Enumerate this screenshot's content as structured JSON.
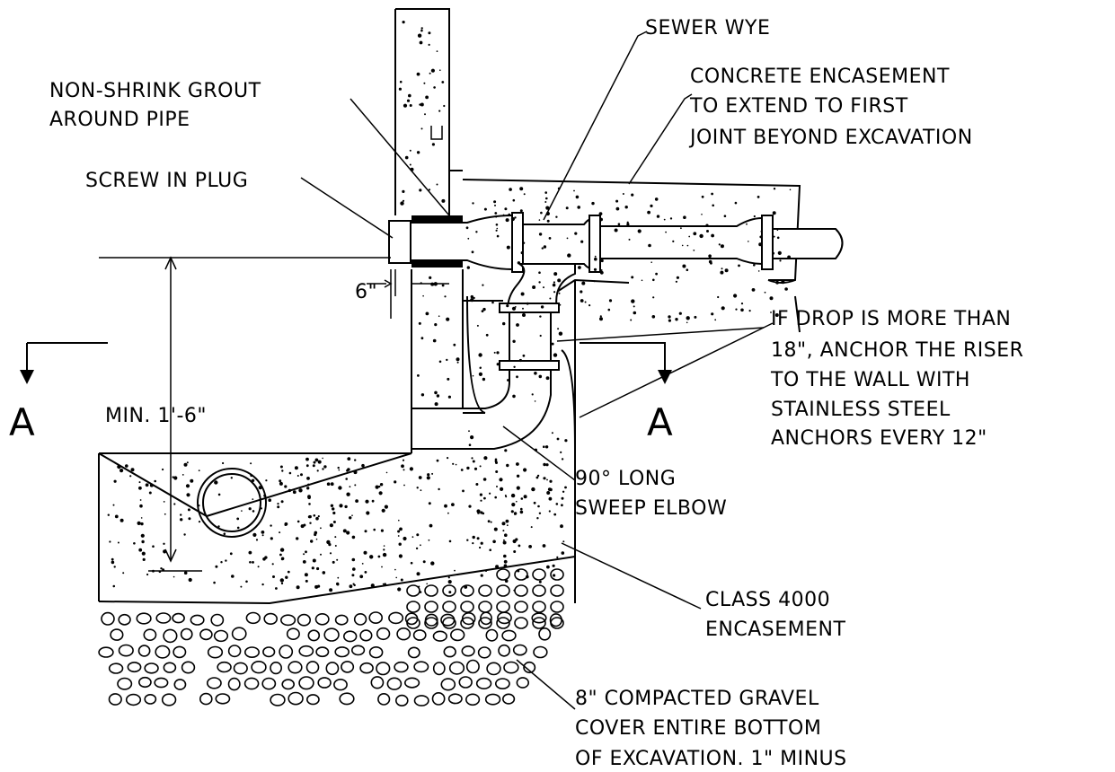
{
  "labels": {
    "sewer_wye": "SEWER WYE",
    "concrete_encasement": [
      "CONCRETE ENCASEMENT",
      "TO EXTEND TO FIRST",
      "JOINT BEYOND EXCAVATION"
    ],
    "non_shrink_grout": [
      "NON-SHRINK GROUT",
      "AROUND PIPE"
    ],
    "screw_in_plug": "SCREW IN PLUG",
    "six_inch": "6\"",
    "if_drop": [
      "IF DROP IS MORE THAN",
      "18\", ANCHOR THE RISER",
      "TO THE WALL WITH",
      "STAINLESS STEEL",
      "ANCHORS EVERY 12\""
    ],
    "min_height": "MIN. 1'-6\"",
    "elbow": [
      "90° LONG",
      "SWEEP ELBOW"
    ],
    "class_4000": [
      "CLASS 4000",
      "ENCASEMENT"
    ],
    "gravel": [
      "8\" COMPACTED GRAVEL",
      "COVER ENTIRE BOTTOM",
      "OF EXCAVATION. 1\" MINUS"
    ],
    "section_left": "A",
    "section_right": "A"
  }
}
